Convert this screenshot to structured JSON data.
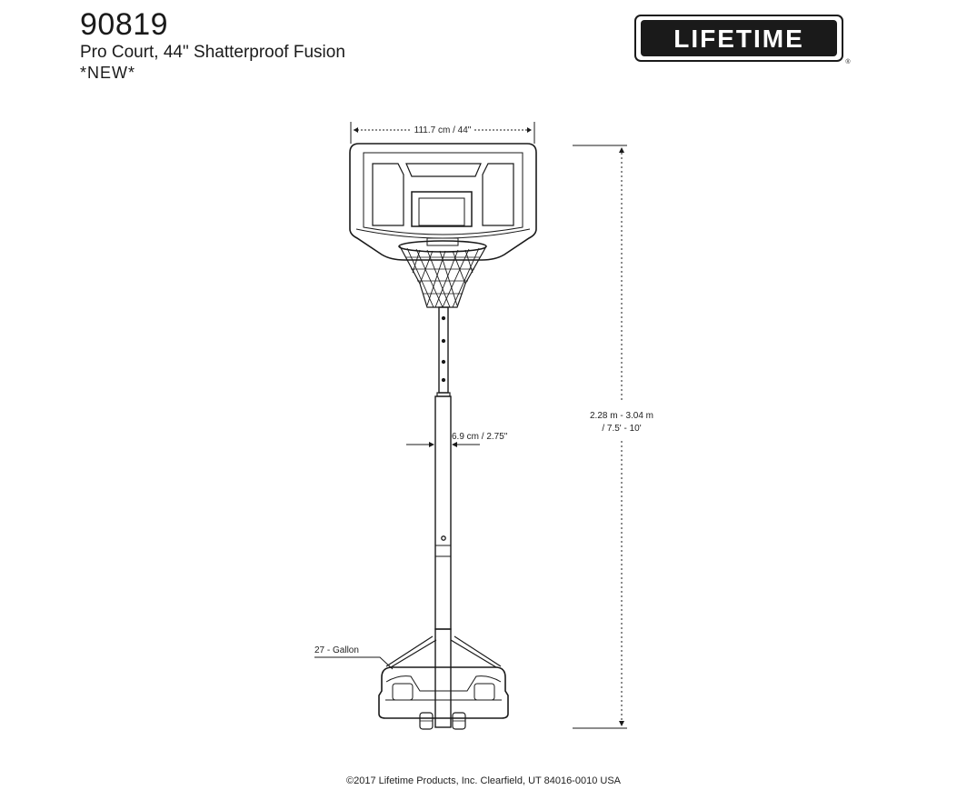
{
  "header": {
    "model_number": "90819",
    "product_name": "Pro Court, 44\" Shatterproof Fusion",
    "badge": "*NEW*"
  },
  "logo": {
    "brand": "LIFETIME",
    "trademark": "®"
  },
  "dimensions": {
    "backboard_width": "111.7 cm / 44\"",
    "height_metric": "2.28 m - 3.04 m",
    "height_imperial": "/ 7.5' - 10'",
    "pole_diameter": "6.9 cm / 2.75\"",
    "base_capacity": "27 - Gallon"
  },
  "footer": {
    "copyright": "©2017 Lifetime Products, Inc. Clearfield, UT 84016-0010 USA"
  },
  "colors": {
    "line": "#1a1a1a",
    "background": "#ffffff"
  }
}
